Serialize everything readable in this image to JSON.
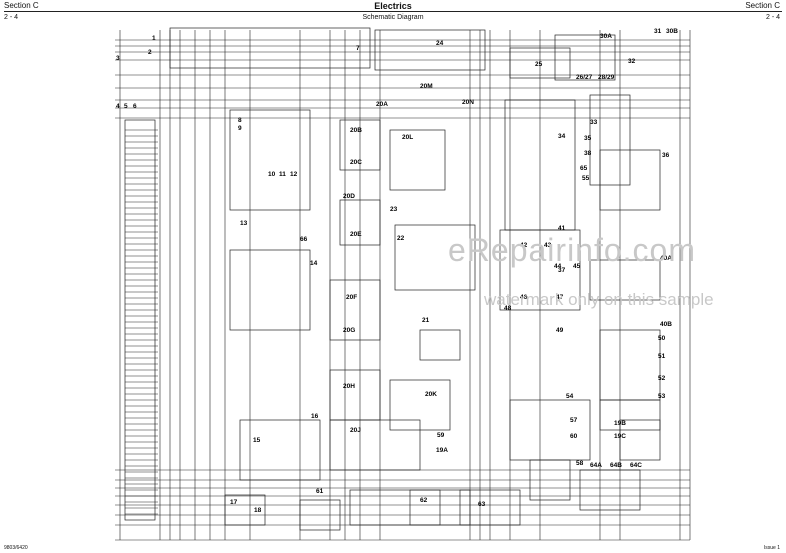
{
  "header": {
    "left_section": "Section C",
    "right_section": "Section C",
    "title": "Electrics",
    "subtitle": "Schematic Diagram",
    "page_left": "2 - 4",
    "page_right": "2 - 4"
  },
  "footer": {
    "left": "9803/6420",
    "right": "Issue 1"
  },
  "watermark": {
    "brand": "eRepairinfo.com",
    "note": "watermark only on this sample"
  },
  "components": [
    "1",
    "2",
    "3",
    "4",
    "5",
    "6",
    "7",
    "8",
    "9",
    "10",
    "11",
    "12",
    "13",
    "14",
    "15",
    "16",
    "17",
    "18",
    "19A",
    "19B",
    "19C",
    "20A",
    "20B",
    "20C",
    "20D",
    "20E",
    "20F",
    "20G",
    "20H",
    "20J",
    "20K",
    "20L",
    "20M",
    "20N",
    "21",
    "22",
    "23",
    "24",
    "25",
    "26/27",
    "28/29",
    "30A",
    "30B",
    "31",
    "32",
    "33",
    "34",
    "35",
    "36",
    "37",
    "38",
    "40A",
    "40B",
    "41",
    "42",
    "43",
    "44",
    "45",
    "46",
    "47",
    "48",
    "49",
    "50",
    "51",
    "52",
    "53",
    "54",
    "55",
    "57",
    "58",
    "59",
    "60",
    "61",
    "62",
    "63",
    "64A",
    "64B",
    "64C",
    "65",
    "66"
  ]
}
